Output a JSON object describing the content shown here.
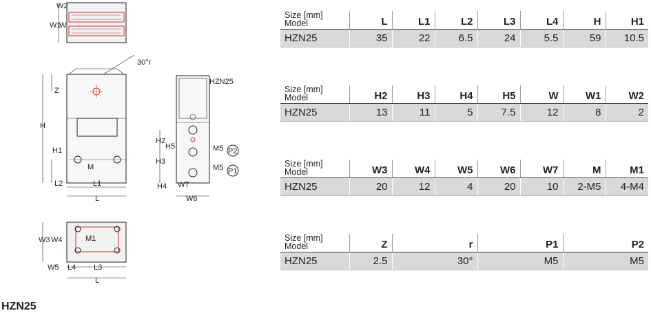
{
  "header": {
    "size_label": "Size [mm]",
    "model_label": "Model"
  },
  "tables": [
    {
      "columns": [
        "L",
        "L1",
        "L2",
        "L3",
        "L4",
        "H",
        "H1"
      ],
      "rows": [
        {
          "model": "HZN25",
          "values": [
            "35",
            "22",
            "6.5",
            "24",
            "5.5",
            "59",
            "10.5"
          ]
        }
      ]
    },
    {
      "columns": [
        "H2",
        "H3",
        "H4",
        "H5",
        "W",
        "W1",
        "W2"
      ],
      "rows": [
        {
          "model": "HZN25",
          "values": [
            "13",
            "11",
            "5",
            "7.5",
            "12",
            "8",
            "2"
          ]
        }
      ]
    },
    {
      "columns": [
        "W3",
        "W4",
        "W5",
        "W6",
        "W7",
        "M",
        "M1"
      ],
      "rows": [
        {
          "model": "HZN25",
          "values": [
            "20",
            "12",
            "4",
            "20",
            "10",
            "2-M5",
            "4-M4"
          ]
        }
      ]
    },
    {
      "columns": [
        "Z",
        "r",
        "P1",
        "P2"
      ],
      "rows": [
        {
          "model": "HZN25",
          "values": [
            "2.5",
            "30°",
            "M5",
            "M5"
          ]
        }
      ]
    }
  ],
  "drawing": {
    "labels": {
      "w2": "W2",
      "w1": "W1",
      "w": "W",
      "r": "30°r",
      "model": "HZN25",
      "z": "Z",
      "h": "H",
      "h1": "H1",
      "m": "M",
      "l2": "L2",
      "l1": "L1",
      "l_front": "L",
      "h2": "H2",
      "h5": "H5",
      "h3": "H3",
      "h4": "H4",
      "m5_top": "M5",
      "p2": "P2",
      "m5_bottom": "M5",
      "p1": "P1",
      "w7": "W7",
      "w6": "W6",
      "w3": "W3",
      "w4": "W4",
      "m1": "M1",
      "w5": "W5",
      "l4": "L4",
      "l3": "L3",
      "l_bottom": "L"
    }
  },
  "caption": "HZN25"
}
